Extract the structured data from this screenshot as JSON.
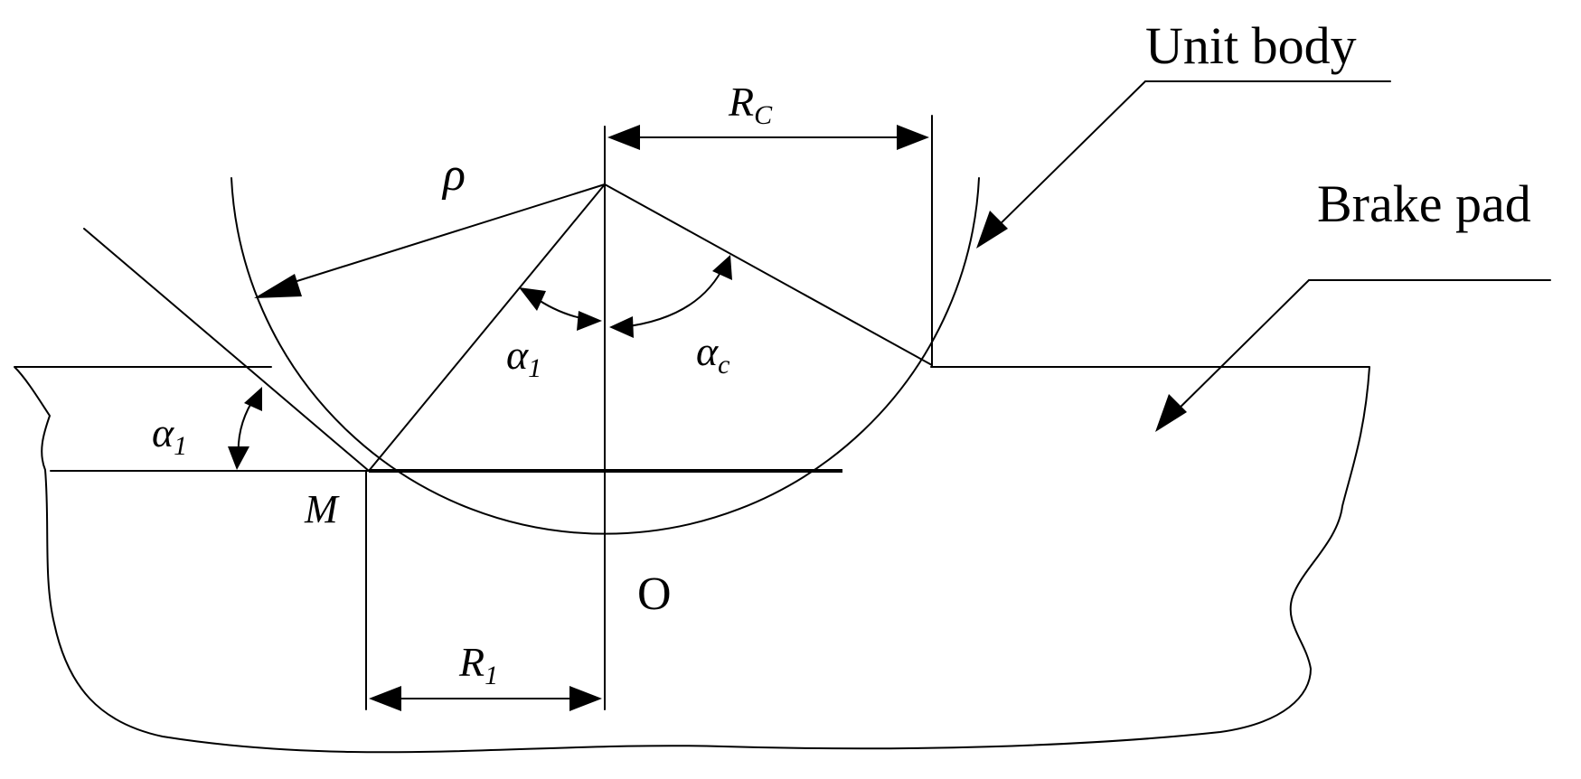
{
  "labels": {
    "unit_body": "Unit body",
    "brake_pad": "Brake pad",
    "rho": "ρ",
    "rc_main": "R",
    "rc_sub": "C",
    "alpha1_top_main": "α",
    "alpha1_top_sub": "1",
    "alpha_c_main": "α",
    "alpha_c_sub": "c",
    "alpha1_left_main": "α",
    "alpha1_left_sub": "1",
    "point_m": "M",
    "point_o": "O",
    "r1_main": "R",
    "r1_sub": "1"
  }
}
